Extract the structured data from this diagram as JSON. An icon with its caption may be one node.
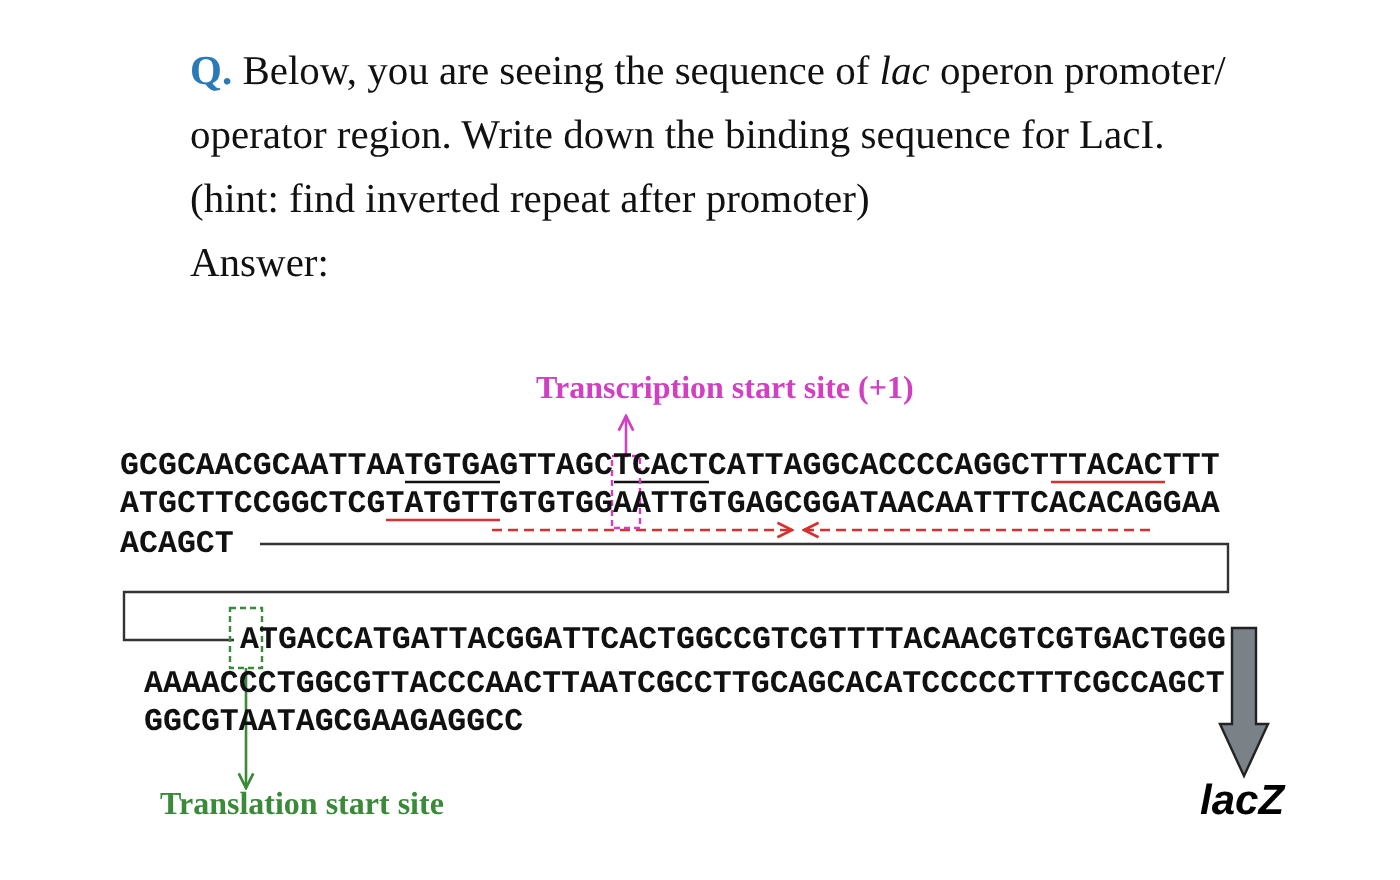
{
  "diagram": {
    "nodes": [
      {
        "text": [
          "Transcription start site (+1)"
        ]
      },
      {
        "text": [],
        "shape": "box"
      },
      {
        "text": [],
        "shape": "box"
      },
      {
        "text": [
          "Translation start site"
        ]
      }
    ],
    "edges": [
      {
        "from": 1,
        "to": 0,
        "arrow": "to",
        "color": "#d040c0"
      },
      {
        "from": 2,
        "to": 3,
        "arrow": "to",
        "color": "#3a8a3a"
      }
    ],
    "labels": [
      "**Q.** Below, you are seeing the sequence of *lac* operon promoter/ operator region. Write down the binding sequence for LacI. (hint: find inverted repeat after promoter)",
      "Answer:",
      "GCGCAACGCAATTAATGTGAGTTAGCTCACTCATTAGGCACCCCAGGCTTTACACTTT",
      "ATGCTTCCGGCTCGTATGTTGTGTGGAATTGTGAGCGGATAACAATTTCACACAGGAA",
      "ACAGCT",
      "ATGACCATGATTACGGATTCACTGGCCGTCGTTTTACAACGTCGTGACTGGG",
      "AAAACCCTGGCGTTACCCAACTTAATCGCCTTGCAGCACATCCCCCTTTCGCCAGCT",
      "GGCGTAATAGCGAAGAGGCC",
      "lacZ"
    ]
  }
}
